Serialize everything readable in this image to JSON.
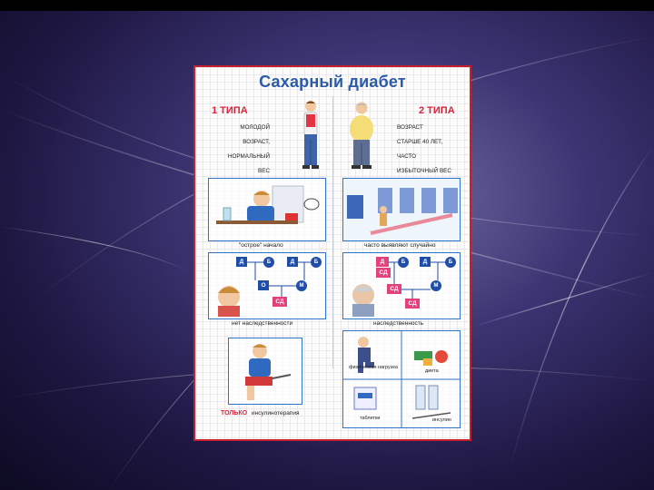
{
  "poster": {
    "title": "Сахарный диабет",
    "type1": "1 ТИПА",
    "type2": "2 ТИПА",
    "type1_desc": [
      "МОЛОДОЙ",
      "ВОЗРАСТ,",
      "НОРМАЛЬНЫЙ",
      "ВЕС"
    ],
    "type2_desc": [
      "ВОЗРАСТ",
      "СТАРШЕ 40 ЛЕТ,",
      "ЧАСТО",
      "ИЗБЫТОЧНЫЙ ВЕС"
    ],
    "onset_type1": "\"острое\" начало",
    "onset_type2": "часто выявляют случайно",
    "heredity_type1": "нет наследственности",
    "heredity_type2": "наследственность",
    "pedigree": {
      "d": "Д",
      "b": "Б",
      "o": "О",
      "m": "М",
      "sd": "СД"
    },
    "treat_only": "ТОЛЬКО",
    "treat_type1": "инсулинотерапия",
    "treat_exercise": "физическая нагрузка",
    "treat_diet": "диета",
    "treat_pills": "таблетки",
    "treat_insulin": "инсулин"
  }
}
